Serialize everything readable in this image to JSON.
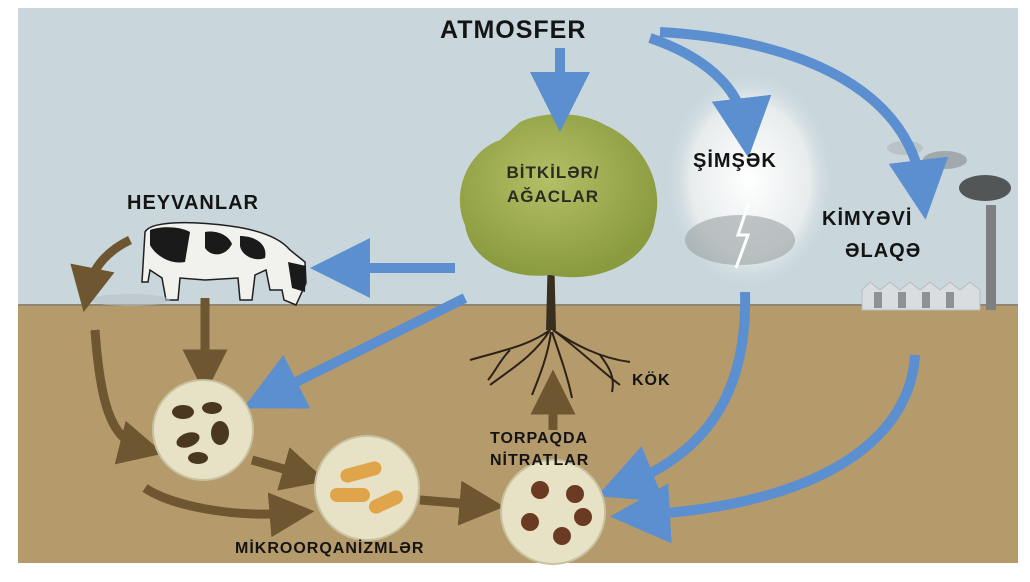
{
  "diagram": {
    "labels": {
      "atmosphere": "ATMOSFER",
      "lightning": "ŞİMŞƏK",
      "chemical_bond_line1": "KİMYƏVİ",
      "chemical_bond_line2": "ƏLAQƏ",
      "plants_line1": "BİTKİLƏR/",
      "plants_line2": "AĞACLAR",
      "animals": "HEYVANLAR",
      "root": "KÖK",
      "soil_nitrates_line1": "TORPAQDA",
      "soil_nitrates_line2": "NİTRATLAR",
      "microorganisms": "MİKROORQANİZMLƏR"
    },
    "colors": {
      "sky": "#c9d7dc",
      "soil": "#b59a6b",
      "blue_arrow": "#5b8fcf",
      "brown_arrow": "#6e5630",
      "tree_canopy": "#9caa4f"
    }
  }
}
